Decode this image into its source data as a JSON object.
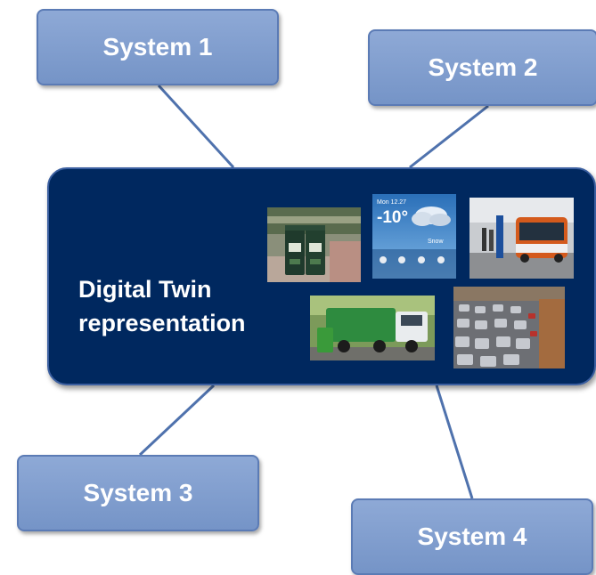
{
  "systems": {
    "system1": "System 1",
    "system2": "System 2",
    "system3": "System 3",
    "system4": "System 4"
  },
  "twin": {
    "line1": "Digital Twin",
    "line2": "representation"
  },
  "weather_tile": {
    "date": "Mon 12.27",
    "temperature": "-10°",
    "condition": "Snow"
  },
  "colors": {
    "system_box": "#7f9dce",
    "twin_panel": "#00285f",
    "connector": "#4f72ad"
  }
}
